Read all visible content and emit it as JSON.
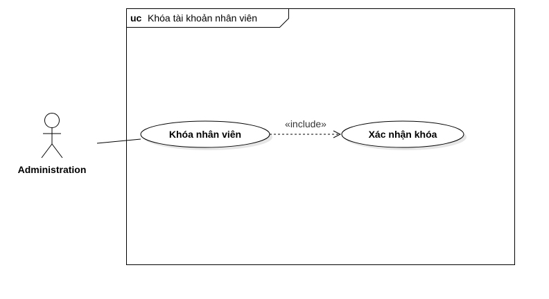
{
  "diagram": {
    "frame": {
      "keyword": "uc",
      "title": "Khóa tài khoản nhân viên"
    },
    "actor": {
      "name": "Administration"
    },
    "use_cases": [
      {
        "label": "Khóa nhân viên"
      },
      {
        "label": "Xác nhận khóa"
      }
    ],
    "relationship": {
      "type": "include",
      "stereotype": "«include»"
    },
    "colors": {
      "stroke": "#000000",
      "shadow": "#e6e6e6",
      "background": "#ffffff"
    }
  }
}
